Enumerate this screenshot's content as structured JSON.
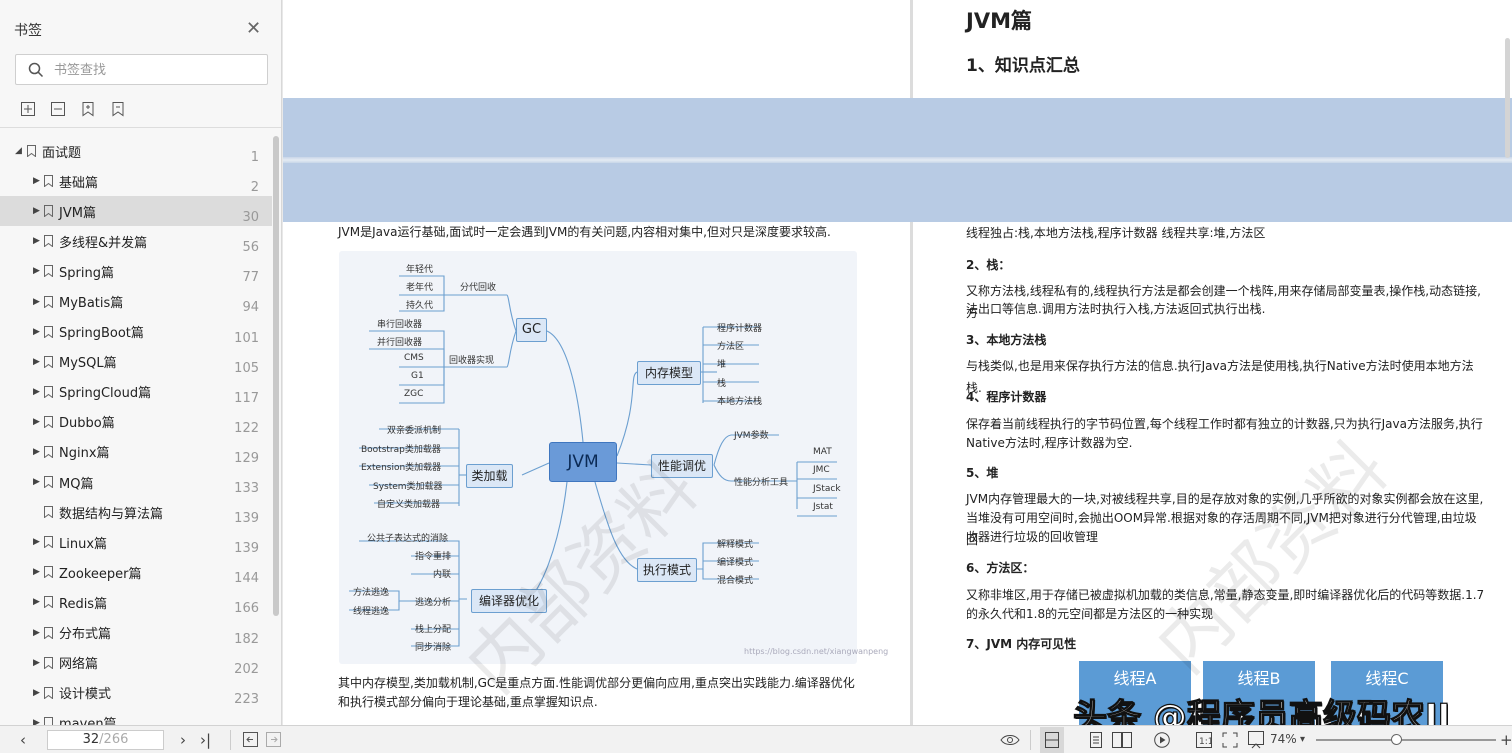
{
  "sidebar": {
    "title": "书签",
    "search_placeholder": "书签查找",
    "items": [
      {
        "label": "面试题",
        "page": "1"
      },
      {
        "label": "基础篇",
        "page": "2"
      },
      {
        "label": "JVM篇",
        "page": "30"
      },
      {
        "label": "多线程&并发篇",
        "page": "56"
      },
      {
        "label": "Spring篇",
        "page": "77"
      },
      {
        "label": "MyBatis篇",
        "page": "94"
      },
      {
        "label": "SpringBoot篇",
        "page": "101"
      },
      {
        "label": "MySQL篇",
        "page": "105"
      },
      {
        "label": "SpringCloud篇",
        "page": "117"
      },
      {
        "label": "Dubbo篇",
        "page": "122"
      },
      {
        "label": "Nginx篇",
        "page": "129"
      },
      {
        "label": "MQ篇",
        "page": "133"
      },
      {
        "label": "数据结构与算法篇",
        "page": "139"
      },
      {
        "label": "Linux篇",
        "page": "139"
      },
      {
        "label": "Zookeeper篇",
        "page": "144"
      },
      {
        "label": "Redis篇",
        "page": "166"
      },
      {
        "label": "分布式篇",
        "page": "182"
      },
      {
        "label": "网络篇",
        "page": "202"
      },
      {
        "label": "设计模式",
        "page": "223"
      },
      {
        "label": "maven篇",
        "page": ""
      }
    ]
  },
  "doc": {
    "right_title": "JVM篇",
    "right_subtitle": "1、知识点汇总",
    "left_intro": "JVM是Java运行基础,面试时一定会遇到JVM的有关问题,内容相对集中,但对只是深度要求较高.",
    "left_summary_1": "其中内存模型,类加载机制,GC是重点方面.性能调优部分更偏向应用,重点突出实践能力.编译器优化",
    "left_summary_2": "和执行模式部分偏向于理论基础,重点掌握知识点.",
    "right_line0": "线程独占:栈,本地方法栈,程序计数器 线程共享:堆,方法区",
    "sections": [
      {
        "head": "2、栈：",
        "lines": [
          "又称方法栈,线程私有的,线程执行方法是都会创建一个栈阵,用来存储局部变量表,操作栈,动态链接,方",
          "法出口等信息.调用方法时执行入栈,方法返回式执行出栈."
        ]
      },
      {
        "head": "3、本地方法栈",
        "lines": [
          "与栈类似,也是用来保存执行方法的信息.执行Java方法是使用栈,执行Native方法时使用本地方法栈."
        ]
      },
      {
        "head": "4、程序计数器",
        "lines": [
          "保存着当前线程执行的字节码位置,每个线程工作时都有独立的计数器,只为执行Java方法服务,执行",
          "Native方法时,程序计数器为空."
        ]
      },
      {
        "head": "5、堆",
        "lines": [
          "JVM内存管理最大的一块,对被线程共享,目的是存放对象的实例,几乎所欲的对象实例都会放在这里,",
          "当堆没有可用空间时,会抛出OOM异常.根据对象的存活周期不同,JVM把对象进行分代管理,由垃圾回",
          "收器进行垃圾的回收管理"
        ]
      },
      {
        "head": "6、方法区：",
        "lines": [
          "又称非堆区,用于存储已被虚拟机加载的类信息,常量,静态变量,即时编译器优化后的代码等数据.1.7",
          "的永久代和1.8的元空间都是方法区的一种实现"
        ]
      },
      {
        "head": "7、JVM 内存可见性",
        "lines": []
      }
    ],
    "threads": [
      "线程A",
      "线程B",
      "线程C"
    ],
    "watermark": "内部资料",
    "overlay": "头条 @程序员高级码农II"
  },
  "mindmap": {
    "center": "JVM",
    "gc": {
      "label": "GC",
      "sub1": "分代回收",
      "sub2": "回收器实现",
      "gen": [
        "年轻代",
        "老年代",
        "持久代"
      ],
      "collectors": [
        "串行回收器",
        "并行回收器",
        "CMS",
        "G1",
        "ZGC"
      ]
    },
    "memory": {
      "label": "内存模型",
      "items": [
        "程序计数器",
        "方法区",
        "堆",
        "栈",
        "本地方法栈"
      ]
    },
    "loader": {
      "label": "类加载",
      "items": [
        "双亲委派机制",
        "Bootstrap类加载器",
        "Extension类加载器",
        "System类加载器",
        "自定义类加载器"
      ]
    },
    "tuning": {
      "label": "性能调优",
      "params": "JVM参数",
      "tools_label": "性能分析工具",
      "tools": [
        "MAT",
        "JMC",
        "JStack",
        "Jstat"
      ]
    },
    "compiler": {
      "label": "编译器优化",
      "items": [
        "公共子表达式的消除",
        "指令重排",
        "内联",
        "逃逸分析",
        "栈上分配",
        "同步消除"
      ],
      "escape": [
        "方法逃逸",
        "线程逃逸"
      ]
    },
    "exec": {
      "label": "执行模式",
      "items": [
        "解释模式",
        "编译模式",
        "混合模式"
      ]
    },
    "url": "https://blog.csdn.net/xiangwanpeng"
  },
  "bottombar": {
    "current_page": "32",
    "total_pages": "/266",
    "zoom": "74%"
  }
}
